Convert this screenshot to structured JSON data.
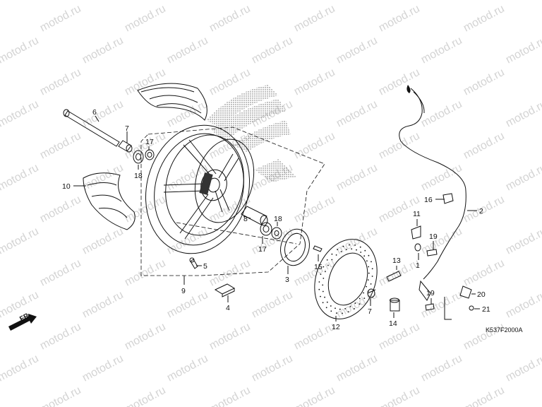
{
  "watermark": {
    "text": "motod.ru"
  },
  "diagram_code": "K537F2000A",
  "front_marker": "FR.",
  "parts": [
    {
      "num": "6"
    },
    {
      "num": "7"
    },
    {
      "num": "17"
    },
    {
      "num": "18"
    },
    {
      "num": "10"
    },
    {
      "num": "5"
    },
    {
      "num": "9"
    },
    {
      "num": "4"
    },
    {
      "num": "8"
    },
    {
      "num": "18"
    },
    {
      "num": "17"
    },
    {
      "num": "3"
    },
    {
      "num": "15"
    },
    {
      "num": "12"
    },
    {
      "num": "7"
    },
    {
      "num": "14"
    },
    {
      "num": "13"
    },
    {
      "num": "11"
    },
    {
      "num": "1"
    },
    {
      "num": "19"
    },
    {
      "num": "16"
    },
    {
      "num": "2"
    },
    {
      "num": "19"
    },
    {
      "num": "20"
    },
    {
      "num": "21"
    }
  ]
}
